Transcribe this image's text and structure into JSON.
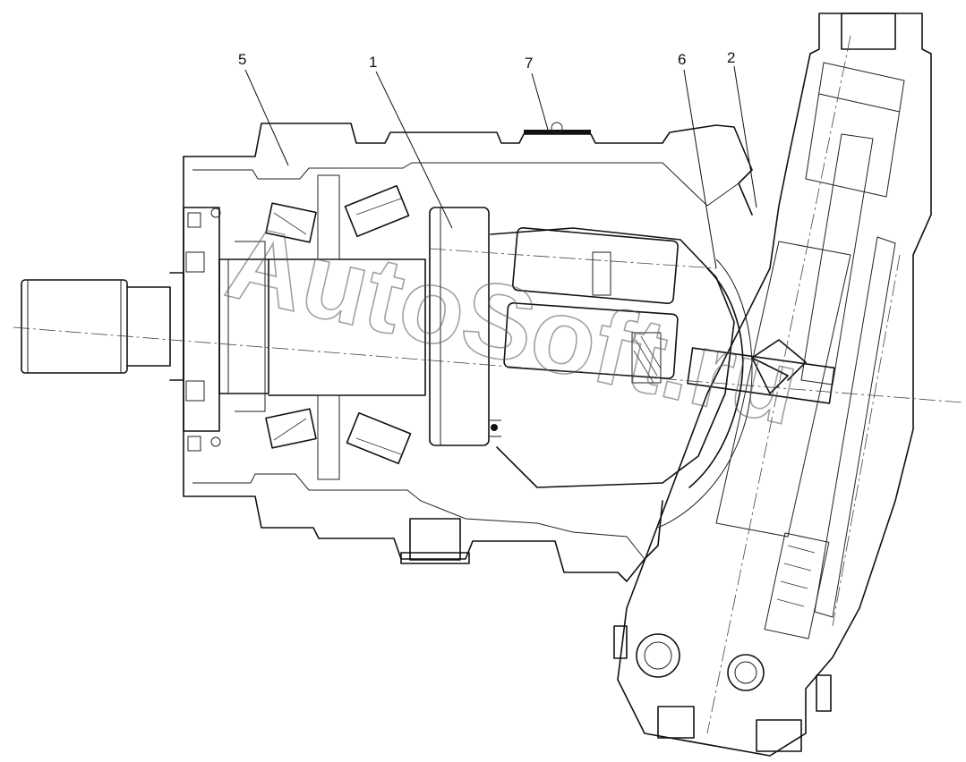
{
  "callouts": [
    {
      "id": "callout-5",
      "text": "5"
    },
    {
      "id": "callout-1",
      "text": "1"
    },
    {
      "id": "callout-7",
      "text": "7"
    },
    {
      "id": "callout-6",
      "text": "6"
    },
    {
      "id": "callout-2",
      "text": "2"
    }
  ],
  "watermark": {
    "text": "AutoSoft.ru"
  }
}
